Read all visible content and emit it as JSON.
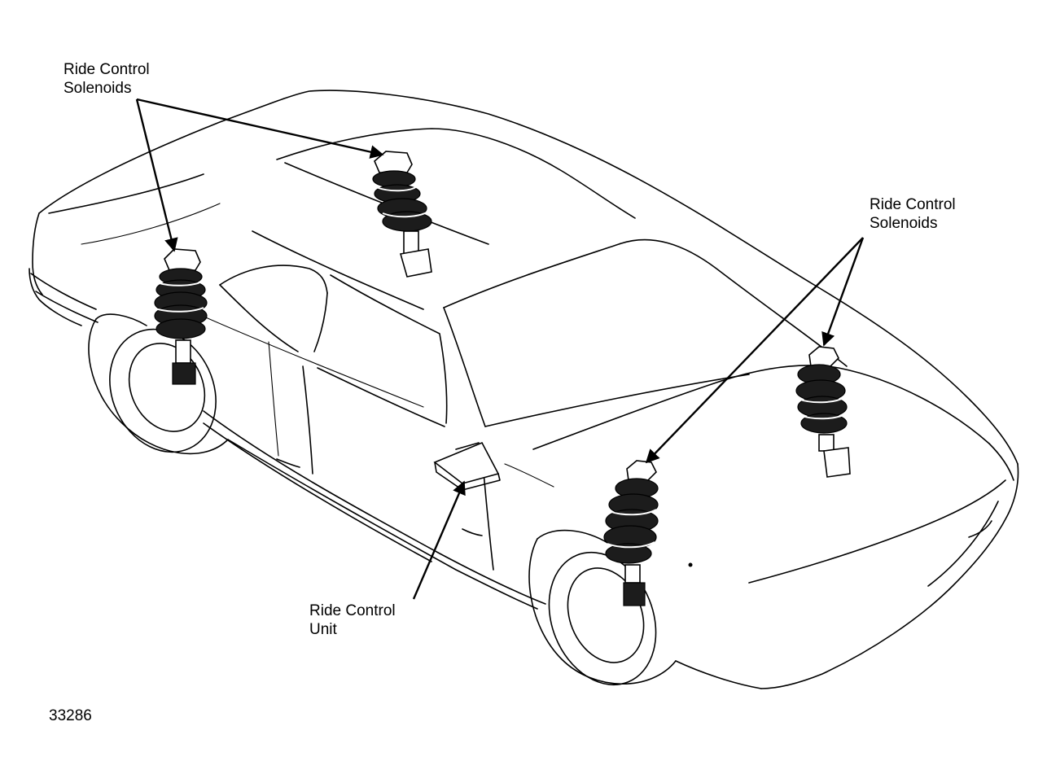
{
  "labels": {
    "solenoids_left": {
      "line1": "Ride Control",
      "line2": "Solenoids"
    },
    "solenoids_right": {
      "line1": "Ride Control",
      "line2": "Solenoids"
    },
    "control_unit": {
      "line1": "Ride Control",
      "line2": "Unit"
    }
  },
  "figure_number": "33286",
  "colors": {
    "ink": "#000000",
    "paper": "#ffffff"
  }
}
